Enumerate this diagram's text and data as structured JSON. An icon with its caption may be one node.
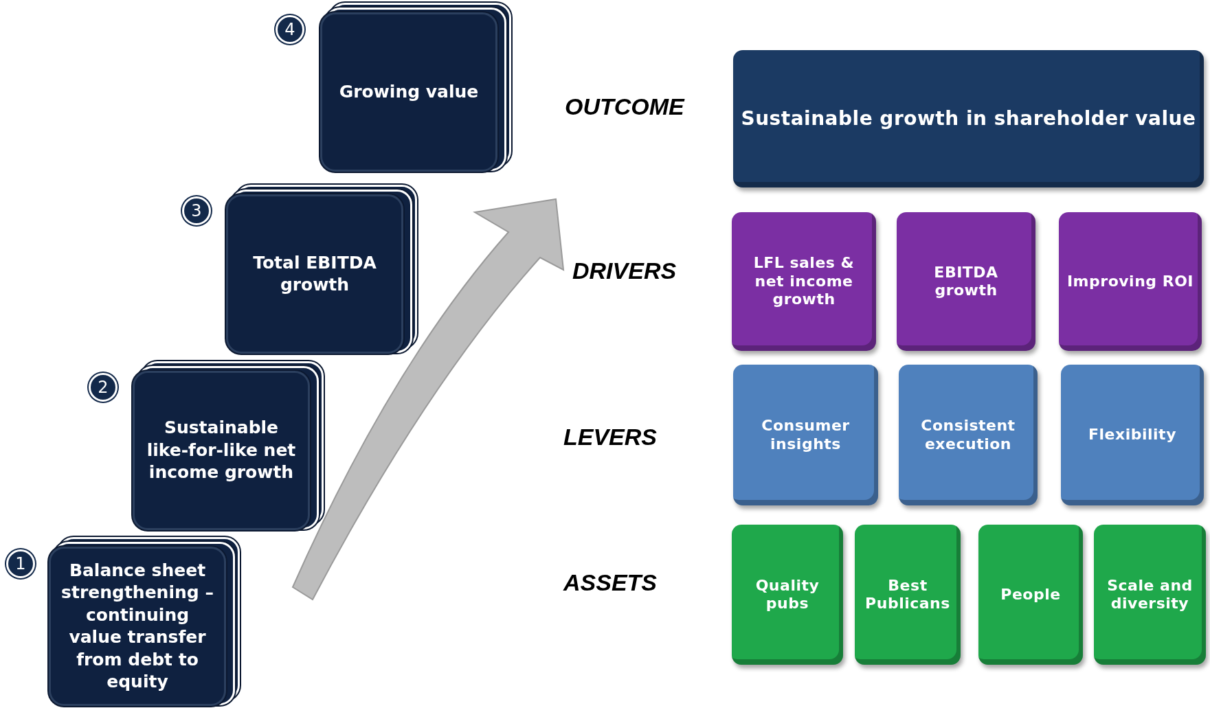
{
  "diagram": {
    "nodes": [
      {
        "text": [
          "4"
        ]
      },
      {
        "text": [
          "Growing value"
        ]
      },
      {
        "text": [
          "3"
        ]
      },
      {
        "text": [
          "Total EBITDA growth"
        ]
      },
      {
        "text": [
          "2"
        ]
      },
      {
        "text": [
          "Sustainable like-for-like net income growth"
        ]
      },
      {
        "text": [
          "1"
        ]
      },
      {
        "text": [
          "Balance sheet strengthening – continuing value transfer from debt to equity"
        ]
      },
      {
        "text": [
          "Sustainable growth in shareholder value"
        ]
      },
      {
        "text": [
          "LFL sales & net income growth"
        ]
      },
      {
        "text": [
          "EBITDA growth"
        ]
      },
      {
        "text": [
          "Improving ROI"
        ]
      },
      {
        "text": [
          "Consumer insights"
        ]
      },
      {
        "text": [
          "Consistent execution"
        ]
      },
      {
        "text": [
          "Flexibility"
        ]
      },
      {
        "text": [
          "Quality pubs"
        ]
      },
      {
        "text": [
          "Best Publicans"
        ]
      },
      {
        "text": [
          "People"
        ]
      },
      {
        "text": [
          "Scale and diversity"
        ]
      }
    ],
    "labels": [
      "OUTCOME",
      "DRIVERS",
      "LEVERS",
      "ASSETS"
    ]
  }
}
